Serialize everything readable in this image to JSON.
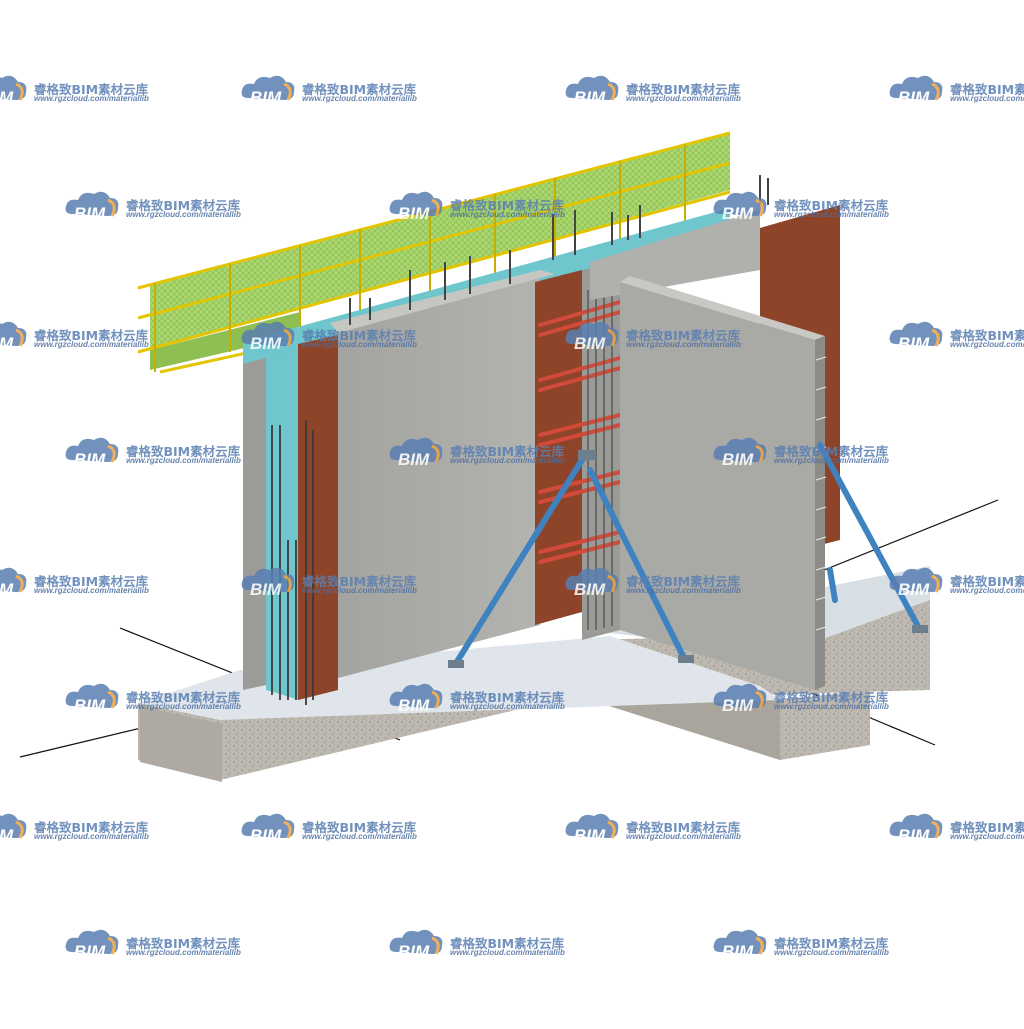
{
  "watermark": {
    "logo_text": "BIM",
    "brand": "睿格致BIM素材云库",
    "url": "www.rgzcloud.com/materiallib"
  },
  "scene": {
    "subject": "shear-wall-formwork",
    "colors": {
      "concrete_wall": "#a9a9a7",
      "concrete_wall_dark": "#8f8f8c",
      "foundation": "#b7b4ad",
      "slab": "#dde4e8",
      "insulation": "#6fc6cc",
      "plywood": "#8e4428",
      "safety_net": "#9fcf57",
      "safety_frame": "#e2c400",
      "brace": "#3f82c0",
      "clamp": "#d24a3a",
      "rebar": "#555555"
    }
  }
}
